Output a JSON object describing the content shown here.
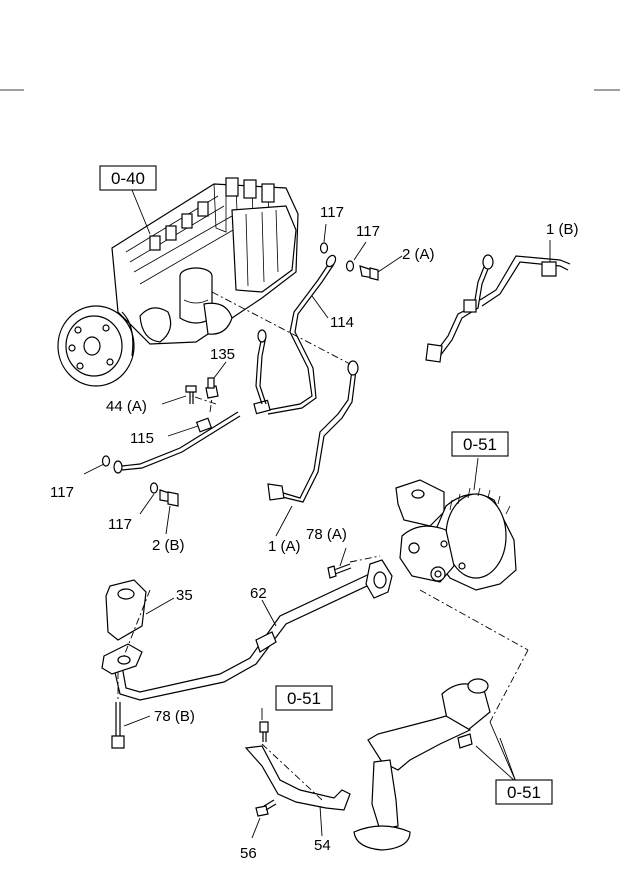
{
  "labels": {
    "l117_a": "117",
    "l117_b": "117",
    "l2a": "2 (A)",
    "l1b": "1 (B)",
    "l114": "114",
    "l135": "135",
    "l44a": "44 (A)",
    "l115": "115",
    "l117_c": "117",
    "l117_d": "117",
    "l2b": "2 (B)",
    "l1a": "1 (A)",
    "l78a": "78 (A)",
    "l35": "35",
    "l62": "62",
    "l78b": "78 (B)",
    "l56": "56",
    "l54": "54"
  },
  "ref_boxes": {
    "injection_pump": "0-40",
    "oil_pump": "0-51",
    "bracket": "0-51",
    "strainer": "0-51"
  }
}
